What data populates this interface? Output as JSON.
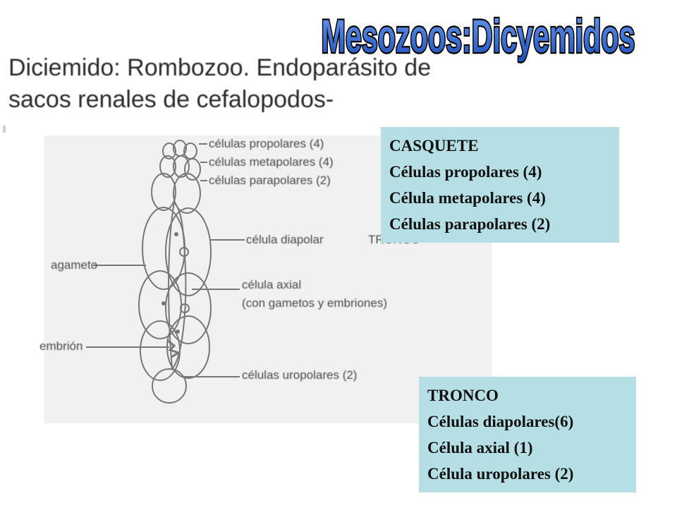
{
  "slide_title": "Mesozoos:Dicyemidos",
  "intro_lines": [
    "Diciemido: Rombozoo. Endoparásito de",
    "sacos renales de cefalopodos-"
  ],
  "figure_labels": {
    "propolares": "células propolares (4)",
    "metapolares": "células metapolares (4)",
    "parapolares": "células parapolares (2)",
    "diapolar": "célula diapolar",
    "tronco": "TRONCO",
    "agameto": "agameto",
    "axial_line1": "célula axial",
    "axial_line2": "(con gametos y embriones)",
    "embrion": "embrión",
    "uropolares": "células uropolares (2)"
  },
  "casquete_box": {
    "title": "CASQUETE",
    "lines": [
      "Células propolares (4)",
      "Célula metapolares (4)",
      "Células parapolares (2)"
    ]
  },
  "tronco_box": {
    "title": "TRONCO",
    "lines": [
      "Células diapolares(6)",
      "Célula axial (1)",
      "Célula uropolares (2)"
    ]
  },
  "colors": {
    "wordart_fill": "#2f66cc",
    "box_background": "#b5dfe4"
  }
}
